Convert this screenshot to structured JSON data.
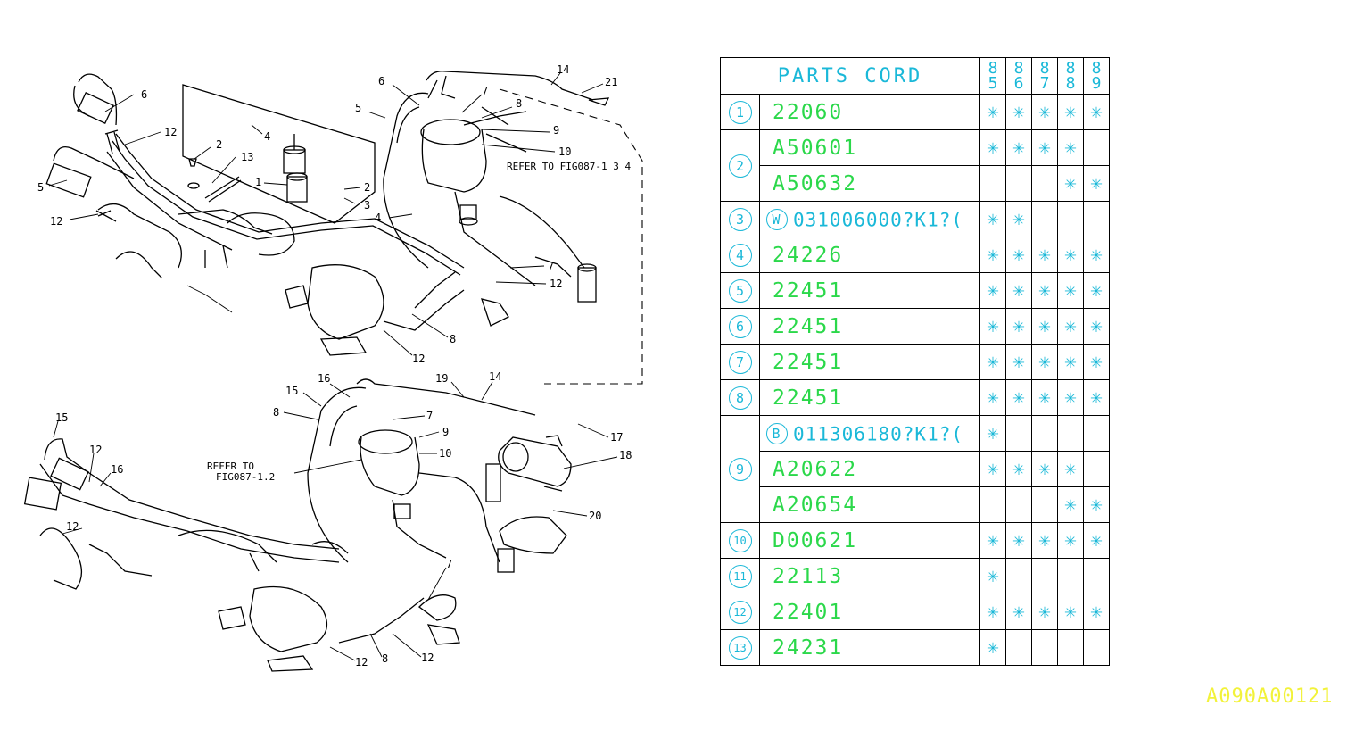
{
  "table": {
    "title": "PARTS CORD",
    "years": [
      {
        "top": "8",
        "bottom": "5"
      },
      {
        "top": "8",
        "bottom": "6"
      },
      {
        "top": "8",
        "bottom": "7"
      },
      {
        "top": "8",
        "bottom": "8"
      },
      {
        "top": "8",
        "bottom": "9"
      }
    ],
    "rows": [
      {
        "ref": "1",
        "part": "22060",
        "marks": [
          "✳",
          "✳",
          "✳",
          "✳",
          "✳"
        ]
      },
      {
        "ref": "2",
        "part": "A50601",
        "marks": [
          "✳",
          "✳",
          "✳",
          "✳",
          ""
        ]
      },
      {
        "ref": "",
        "part": "A50632",
        "marks": [
          "",
          "",
          "",
          "✳",
          "✳"
        ]
      },
      {
        "ref": "3",
        "prefix": "W",
        "part": "031006000?K1?(",
        "marks": [
          "✳",
          "✳",
          "",
          "",
          ""
        ]
      },
      {
        "ref": "4",
        "part": "24226",
        "marks": [
          "✳",
          "✳",
          "✳",
          "✳",
          "✳"
        ]
      },
      {
        "ref": "5",
        "part": "22451",
        "marks": [
          "✳",
          "✳",
          "✳",
          "✳",
          "✳"
        ]
      },
      {
        "ref": "6",
        "part": "22451",
        "marks": [
          "✳",
          "✳",
          "✳",
          "✳",
          "✳"
        ]
      },
      {
        "ref": "7",
        "part": "22451",
        "marks": [
          "✳",
          "✳",
          "✳",
          "✳",
          "✳"
        ]
      },
      {
        "ref": "8",
        "part": "22451",
        "marks": [
          "✳",
          "✳",
          "✳",
          "✳",
          "✳"
        ]
      },
      {
        "ref": "9",
        "prefix": "B",
        "part": "011306180?K1?(",
        "marks": [
          "✳",
          "",
          "",
          "",
          ""
        ]
      },
      {
        "ref": "",
        "part": "A20622",
        "marks": [
          "✳",
          "✳",
          "✳",
          "✳",
          ""
        ]
      },
      {
        "ref": "",
        "part": "A20654",
        "marks": [
          "",
          "",
          "",
          "✳",
          "✳"
        ]
      },
      {
        "ref": "10",
        "part": "D00621",
        "marks": [
          "✳",
          "✳",
          "✳",
          "✳",
          "✳"
        ]
      },
      {
        "ref": "11",
        "part": "22113",
        "marks": [
          "✳",
          "",
          "",
          "",
          ""
        ]
      },
      {
        "ref": "12",
        "part": "22401",
        "marks": [
          "✳",
          "✳",
          "✳",
          "✳",
          "✳"
        ]
      },
      {
        "ref": "13",
        "part": "24231",
        "marks": [
          "✳",
          "",
          "",
          "",
          ""
        ]
      }
    ]
  },
  "diagram": {
    "callouts_upper": [
      "6",
      "12",
      "5",
      "12",
      "2",
      "13",
      "4",
      "1",
      "2",
      "3",
      "6",
      "7",
      "8",
      "5",
      "9",
      "10",
      "14",
      "21",
      "4",
      "7",
      "12",
      "8",
      "12"
    ],
    "refer_upper": "REFER TO FIG087-1 3 4",
    "callouts_lower": [
      "15",
      "16",
      "8",
      "7",
      "19",
      "14",
      "9",
      "10",
      "17",
      "18",
      "20",
      "15",
      "12",
      "16",
      "12",
      "7",
      "12",
      "8",
      "12"
    ],
    "refer_lower_1": "REFER TO",
    "refer_lower_2": "FIG087-1.2"
  },
  "catalog_code": "A090A00121"
}
